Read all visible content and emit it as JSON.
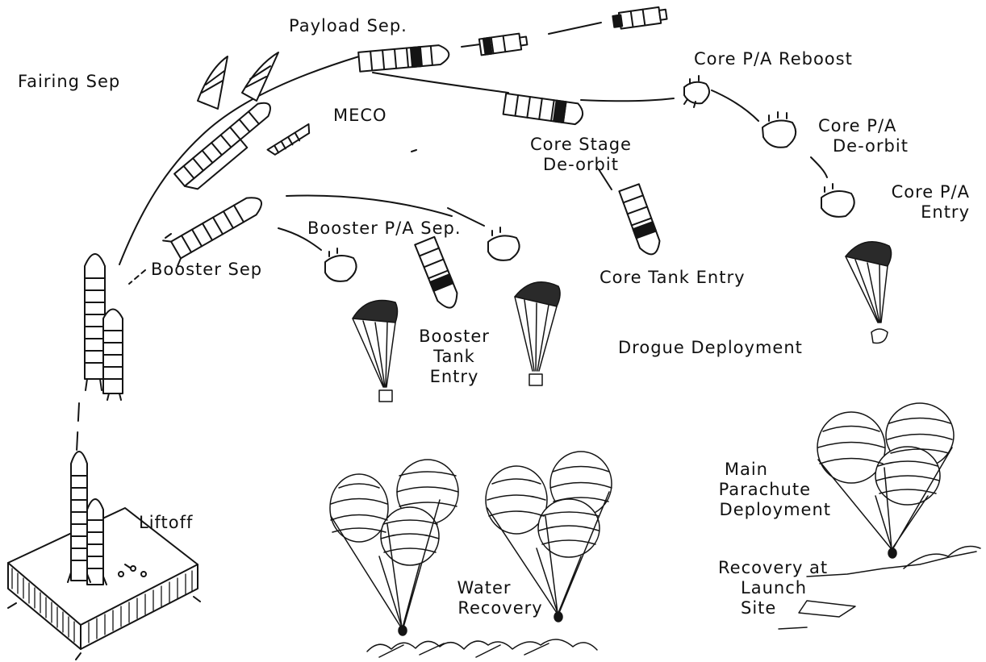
{
  "labels": {
    "payload_sep": "Payload Sep.",
    "fairing_sep": "Fairing Sep",
    "meco": "MECO",
    "core_pa_reboost": "Core P/A Reboost",
    "core_pa_deorbit": [
      "Core P/A",
      "De-orbit"
    ],
    "core_stage_deorbit": [
      "Core Stage",
      "De-orbit"
    ],
    "core_pa_entry": [
      "Core P/A",
      "Entry"
    ],
    "booster_pa_sep": "Booster P/A Sep.",
    "booster_sep": "Booster Sep",
    "core_tank_entry": "Core Tank Entry",
    "booster_tank_entry": [
      "Booster",
      "Tank",
      "Entry"
    ],
    "drogue_deployment": "Drogue Deployment",
    "main_parachute_deployment": [
      "Main",
      "Parachute",
      "Deployment"
    ],
    "liftoff": "Liftoff",
    "water_recovery": [
      "Water",
      "Recovery"
    ],
    "recovery_at_launch_site": [
      "Recovery at",
      "Launch",
      "Site"
    ]
  },
  "colors": {
    "ink": "#141414",
    "paper": "#ffffff"
  }
}
